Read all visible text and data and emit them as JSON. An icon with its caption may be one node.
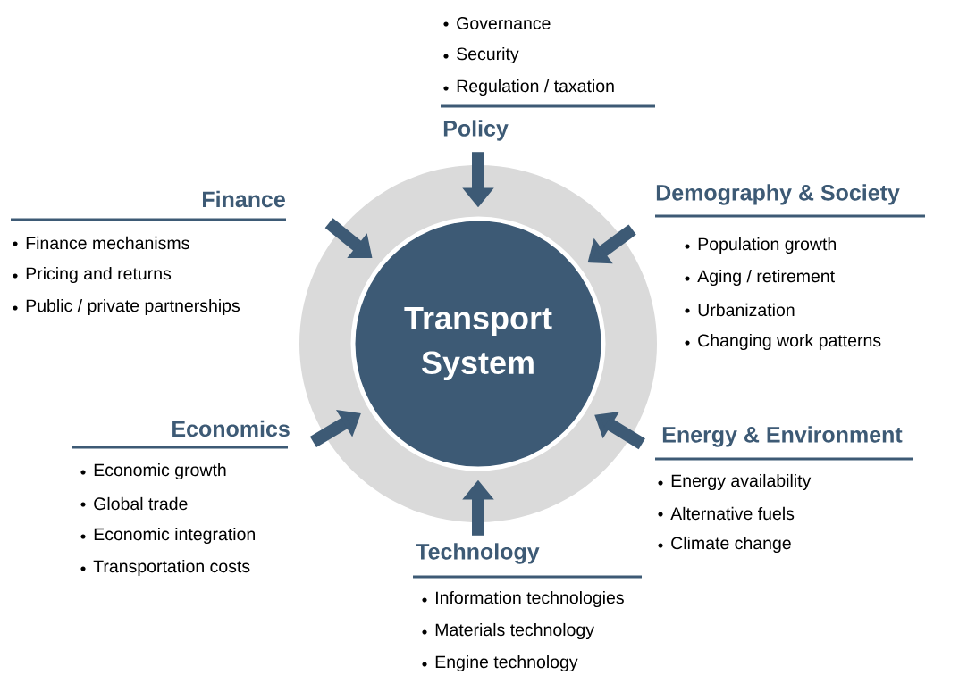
{
  "diagram": {
    "nodes": [
      {
        "text": [
          "Governance",
          "Security",
          "Regulation / taxation",
          "Policy"
        ]
      },
      {
        "text": [
          "Finance",
          "Finance mechanisms",
          "Pricing and returns",
          "Public / private partnerships"
        ]
      },
      {
        "text": [
          "Demography & Society",
          "Population growth",
          "Aging / retirement",
          "Urbanization",
          "Changing work patterns"
        ]
      },
      {
        "text": [
          "Transport System"
        ]
      },
      {
        "text": [
          "Economics",
          "Economic growth",
          "Global trade",
          "Economic integration",
          "Transportation costs"
        ]
      },
      {
        "text": [
          "Energy & Environment",
          "Energy availability",
          "Alternative fuels",
          "Climate change"
        ]
      },
      {
        "text": [
          "Technology",
          "Information technologies",
          "Materials technology",
          "Engine technology"
        ]
      }
    ],
    "edges": [
      {
        "from": 0,
        "to": 3,
        "arrow": "to"
      },
      {
        "from": 1,
        "to": 3,
        "arrow": "to"
      },
      {
        "from": 2,
        "to": 3,
        "arrow": "to"
      },
      {
        "from": 4,
        "to": 3,
        "arrow": "to"
      },
      {
        "from": 5,
        "to": 3,
        "arrow": "to"
      },
      {
        "from": 6,
        "to": 3,
        "arrow": "to"
      }
    ]
  }
}
